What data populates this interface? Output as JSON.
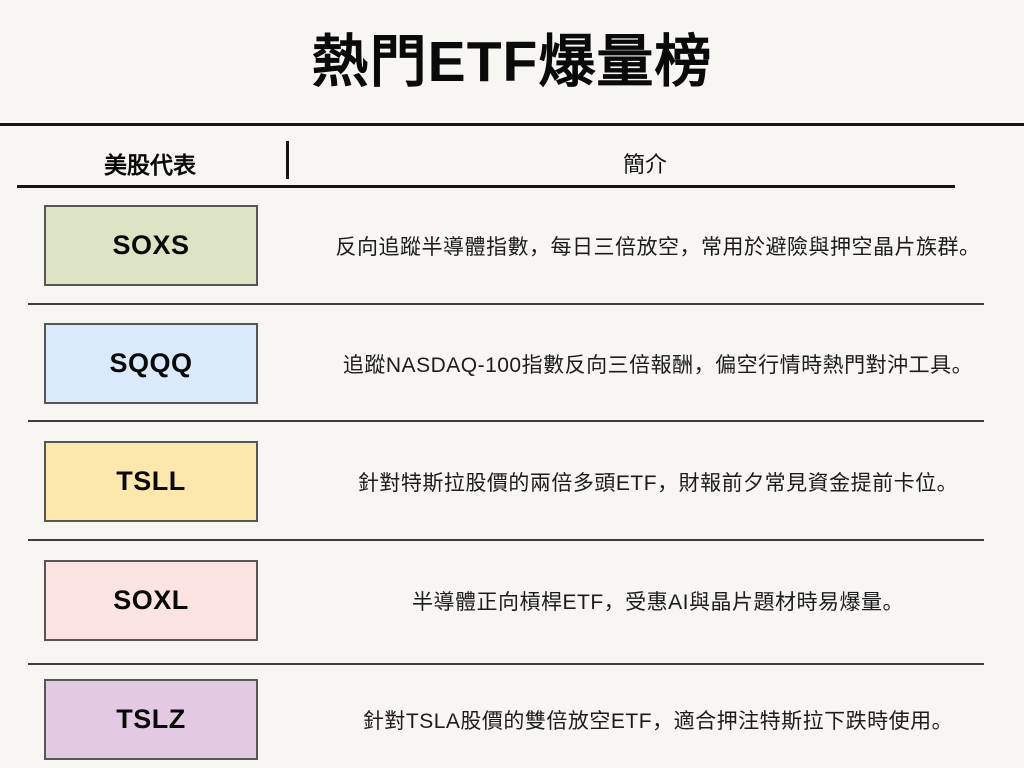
{
  "page": {
    "title": "熱門ETF爆量榜"
  },
  "table": {
    "headers": {
      "ticker": "美股代表",
      "description": "簡介"
    },
    "rows": [
      {
        "ticker": "SOXS",
        "color": "#dde4c5",
        "description": "反向追蹤半導體指數，每日三倍放空，常用於避險與押空晶片族群。"
      },
      {
        "ticker": "SQQQ",
        "color": "#daeafb",
        "description": "追蹤NASDAQ-100指數反向三倍報酬，偏空行情時熱門對沖工具。"
      },
      {
        "ticker": "TSLL",
        "color": "#fce8ac",
        "description": "針對特斯拉股價的兩倍多頭ETF，財報前夕常見資金提前卡位。"
      },
      {
        "ticker": "SOXL",
        "color": "#fbe3e1",
        "description": "半導體正向槓桿ETF，受惠AI與晶片題材時易爆量。"
      },
      {
        "ticker": "TSLZ",
        "color": "#e3cae2",
        "description": "針對TSLA股價的雙倍放空ETF，適合押注特斯拉下跌時使用。"
      }
    ]
  }
}
